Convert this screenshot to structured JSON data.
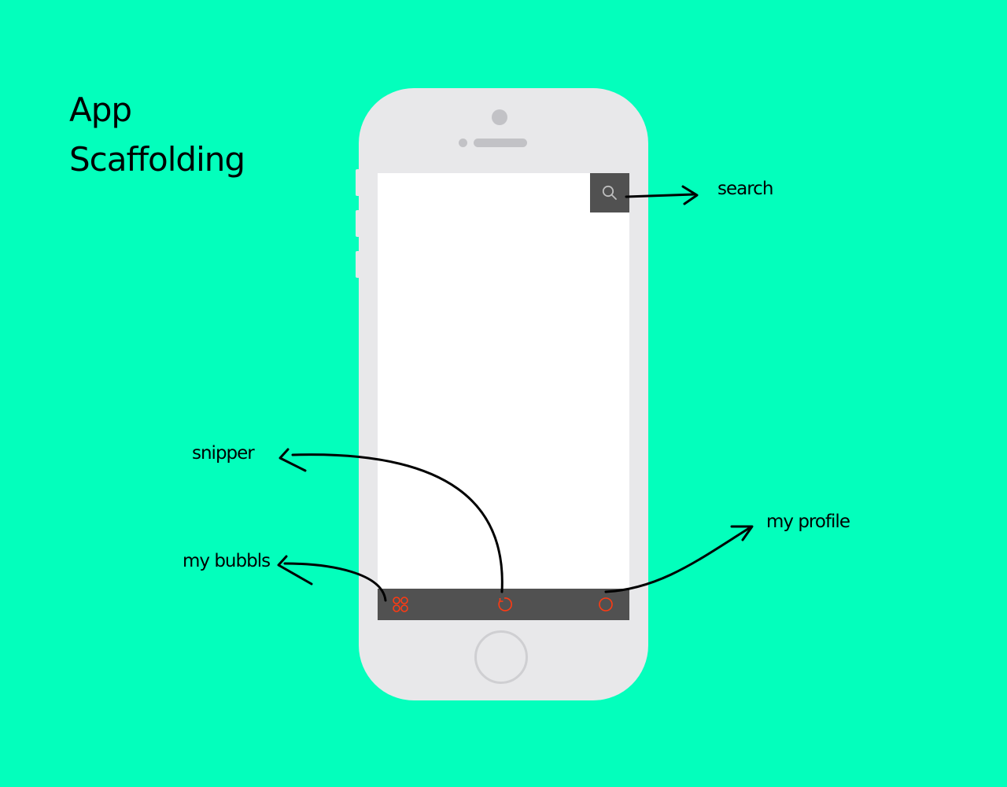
{
  "title": {
    "line1": "App",
    "line2": "Scaffolding"
  },
  "annotations": {
    "search": "search",
    "snipper": "snipper",
    "my_bubbles": "my bubbls",
    "my_profile": "my profile"
  },
  "phone": {
    "top_bar": {
      "search_button_icon": "search-icon"
    },
    "tab_bar": {
      "tabs": [
        {
          "icon": "four-circles-icon"
        },
        {
          "icon": "refresh-circle-icon"
        },
        {
          "icon": "circle-icon"
        }
      ]
    }
  },
  "colors": {
    "background": "#03FFBC",
    "phone_body": "#E8E8EA",
    "screen": "#FFFFFF",
    "bar": "#515151",
    "tab_icon_accent": "#FF3A12",
    "search_icon": "#BDBDBD",
    "phone_details": "#C2C2C6"
  }
}
